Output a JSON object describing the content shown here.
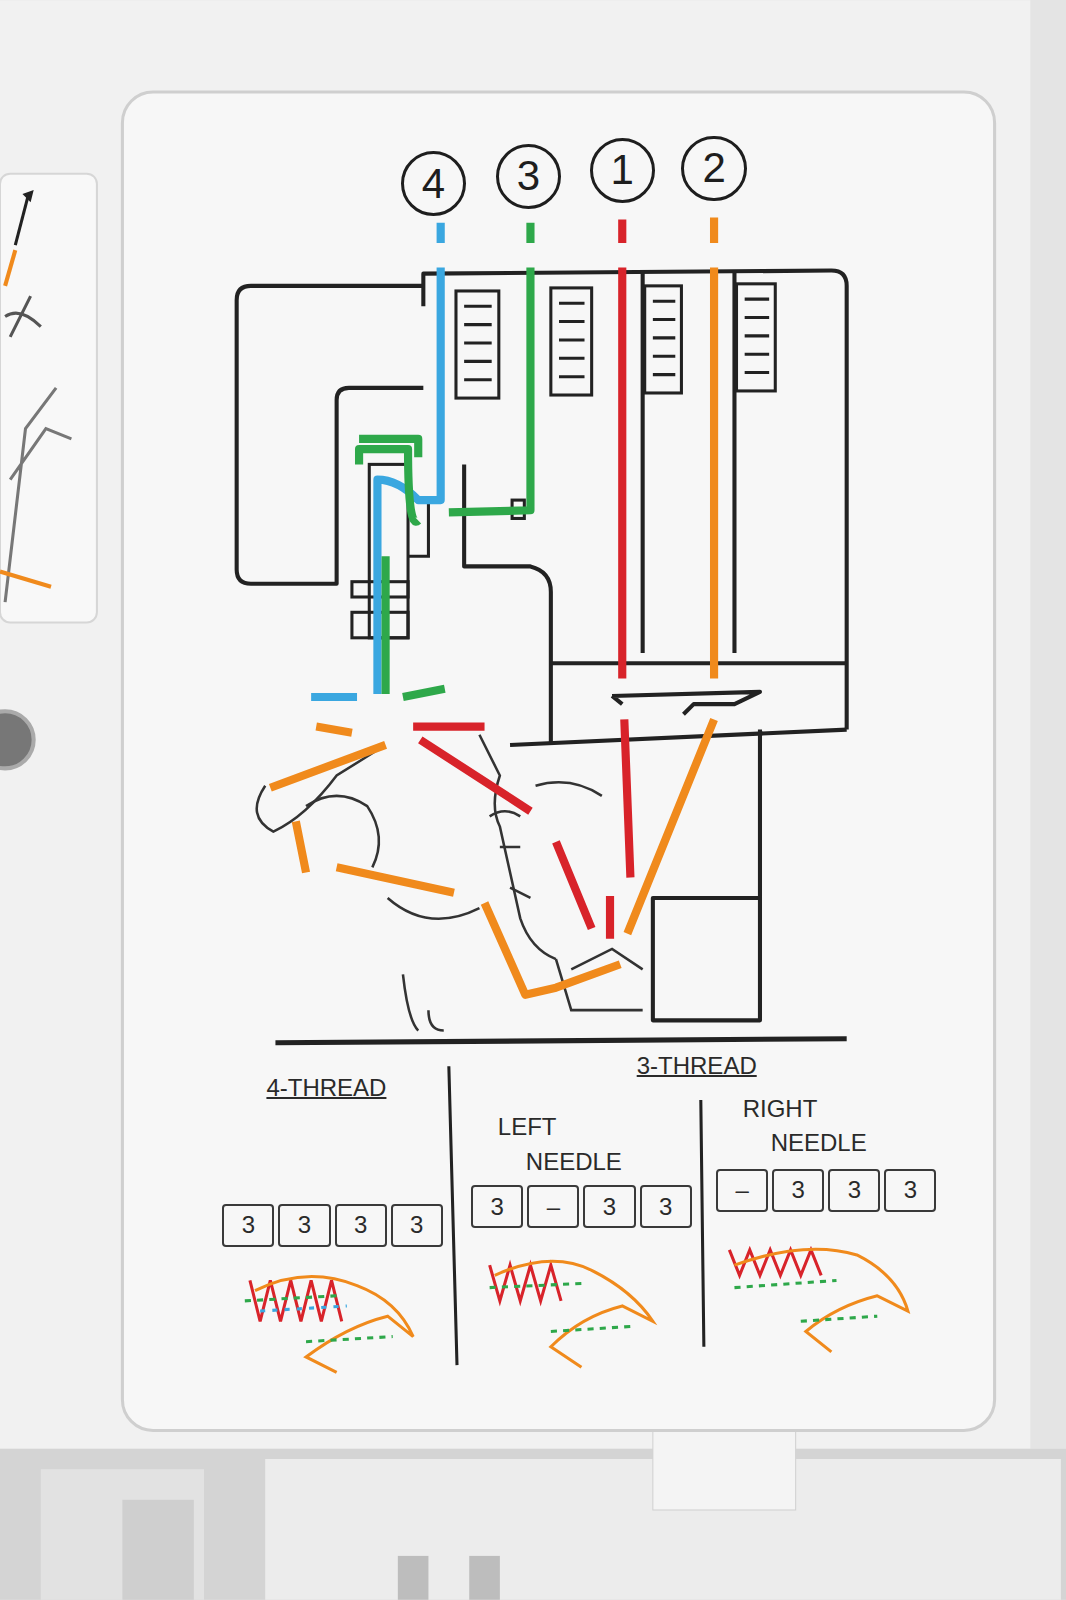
{
  "diagram": {
    "nodes": [
      {
        "text": [
          "4"
        ]
      },
      {
        "text": [
          "3"
        ]
      },
      {
        "text": [
          "1"
        ]
      },
      {
        "text": [
          "2"
        ]
      }
    ],
    "labels": [
      "4-THREAD",
      "3-THREAD",
      "LEFT NEEDLE",
      "RIGHT NEEDLE",
      "3",
      "3",
      "3",
      "3",
      "3",
      "–",
      "3",
      "3",
      "–",
      "3",
      "3",
      "3"
    ]
  }
}
